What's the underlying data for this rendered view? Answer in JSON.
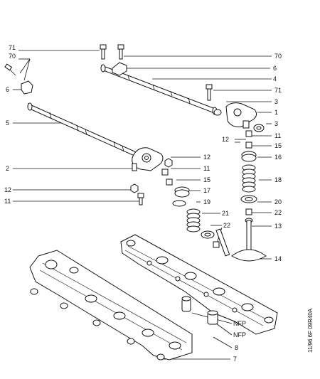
{
  "callouts": {
    "c71a": "71",
    "c70a": "70",
    "c6a": "6",
    "c5": "5",
    "c2": "2",
    "c12a": "12",
    "c11a": "11",
    "c70b": "70",
    "c6b": "6",
    "c4": "4",
    "c71b": "71",
    "c3a": "3",
    "c1": "1",
    "c3b": "3",
    "c12b": "12",
    "c11b": "11",
    "c15a": "15",
    "c16": "16",
    "c18": "18",
    "c20": "20",
    "c22a": "22",
    "c13": "13",
    "c14": "14",
    "c12c": "12",
    "c11c": "11",
    "c15b": "15",
    "c17": "17",
    "c19": "19",
    "c21": "21",
    "c22b": "22",
    "cNFP1": "NFP",
    "cNFP2": "NFP",
    "c8": "8",
    "c7": "7"
  },
  "reference": "11/96 6F 09R40A"
}
